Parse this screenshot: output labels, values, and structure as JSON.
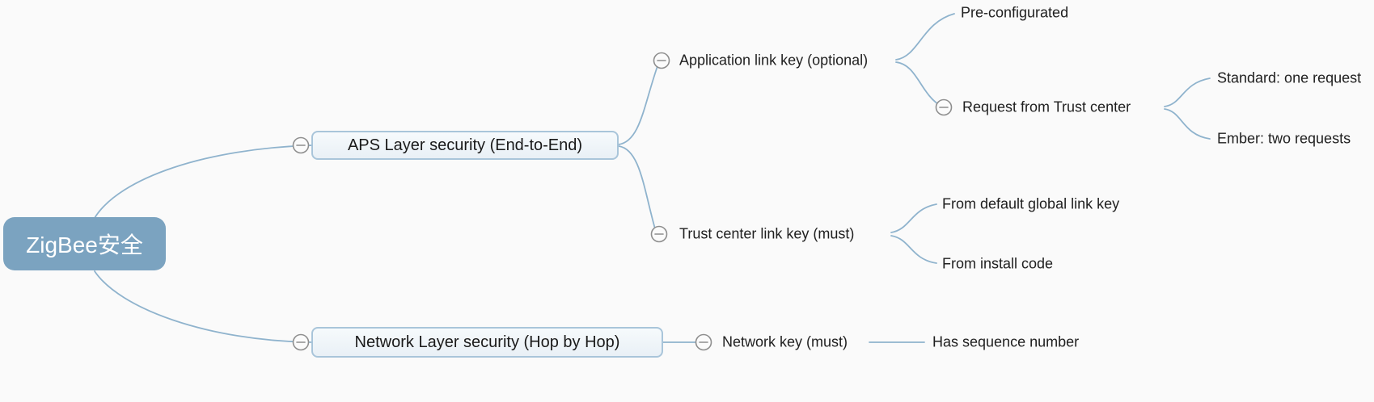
{
  "theme": {
    "background": "#fafafa",
    "branch_line": "#8fb3cd",
    "root_fill": "#7ba3c0",
    "root_text": "#ffffff",
    "topic_fill": "#eef4f9",
    "topic_border": "#a9c5da",
    "topic_text": "#1a1a1a",
    "label_text": "#1f1f1f",
    "collapse_icon_color": "#8e8e8e"
  },
  "mindmap": {
    "root": {
      "label": "ZigBee安全"
    },
    "branches": [
      {
        "label": "APS Layer security (End-to-End)",
        "children": [
          {
            "label": "Application link key (optional)",
            "children": [
              {
                "label": "Pre-configurated",
                "children": []
              },
              {
                "label": "Request from Trust center",
                "children": [
                  {
                    "label": "Standard: one request",
                    "children": []
                  },
                  {
                    "label": "Ember: two requests",
                    "children": []
                  }
                ]
              }
            ]
          },
          {
            "label": "Trust center link key (must)",
            "children": [
              {
                "label": "From default global link key",
                "children": []
              },
              {
                "label": "From install code",
                "children": []
              }
            ]
          }
        ]
      },
      {
        "label": "Network Layer security (Hop by Hop)",
        "children": [
          {
            "label": "Network key (must)",
            "children": [
              {
                "label": "Has sequence number",
                "children": []
              }
            ]
          }
        ]
      }
    ]
  }
}
